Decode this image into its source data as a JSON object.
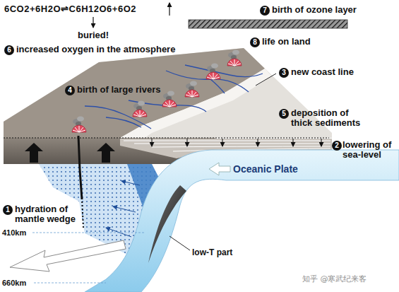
{
  "diagram": {
    "labels": [
      "6CO2+6H2O⇌C6H12O6+6O2",
      "buried!",
      "7",
      "birth of ozone layer",
      "8",
      "life on land",
      "6",
      "increased oxygen in the atmosphere",
      "3",
      "new coast line",
      "4",
      "birth of large rivers",
      "5",
      "deposition of thick sediments",
      "2",
      "lowering of sea-level",
      "Oceanic Plate",
      "1",
      "hydration of mantle wedge",
      "410km",
      "low-T part",
      "660km",
      "知乎 @寒武纪来客"
    ]
  }
}
